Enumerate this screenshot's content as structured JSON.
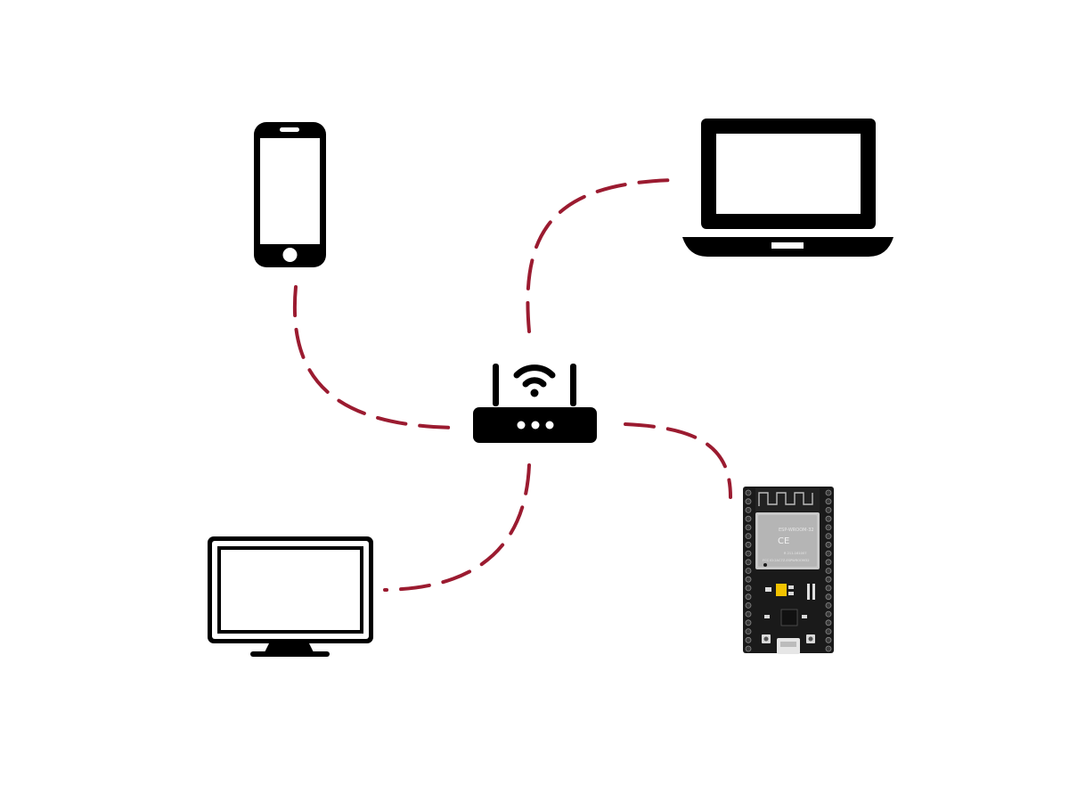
{
  "colors": {
    "background": "#ffffff",
    "icon": "#000000",
    "link": "#9b1b30",
    "board": "#1a1a1a"
  },
  "hub": {
    "icon": "wifi-router-icon"
  },
  "devices": [
    {
      "icon": "smartphone-icon"
    },
    {
      "icon": "laptop-icon"
    },
    {
      "icon": "television-icon"
    },
    {
      "icon": "esp32-board-icon"
    }
  ],
  "links": [
    {
      "from": "wifi-router",
      "to": "smartphone"
    },
    {
      "from": "wifi-router",
      "to": "laptop"
    },
    {
      "from": "wifi-router",
      "to": "television"
    },
    {
      "from": "wifi-router",
      "to": "esp32-board"
    }
  ],
  "board": {
    "module_label": "ESP-WROOM-32",
    "fcc_label": "FCC ID:2AC7Z-ESPWROOM32",
    "code_label": "R 211-161007",
    "pin_count_per_side": 19
  }
}
